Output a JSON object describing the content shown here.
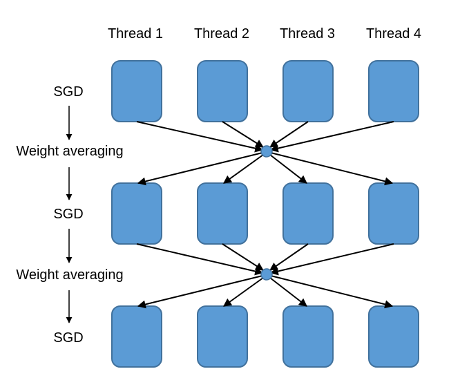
{
  "threads": [
    "Thread 1",
    "Thread 2",
    "Thread 3",
    "Thread 4"
  ],
  "steps": [
    "SGD",
    "Weight averaging",
    "SGD",
    "Weight averaging",
    "SGD"
  ],
  "colors": {
    "box_fill": "#5B9BD5",
    "box_stroke": "#41719C",
    "node_fill": "#5B9BD5",
    "arrow": "#000000",
    "text": "#000000"
  }
}
